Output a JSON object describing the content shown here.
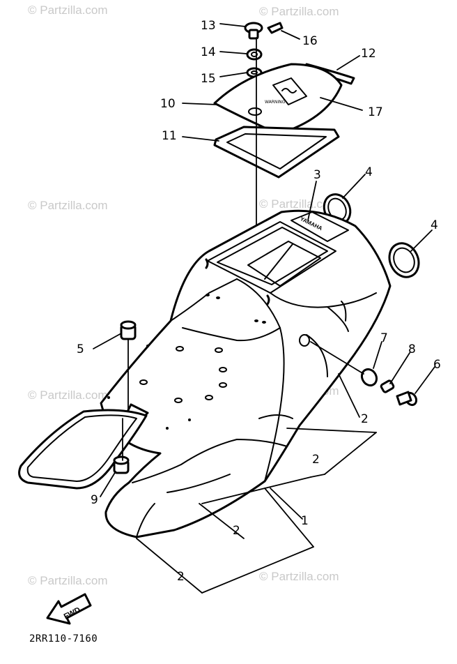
{
  "diagram": {
    "drawing_code": "2RR110-7160",
    "fwd_label": "FWD",
    "brand_text": "YAMAHA",
    "watermark": "© Partzilla.com",
    "callouts": {
      "c1": "1",
      "c2a": "2",
      "c2b": "2",
      "c2c": "2",
      "c2d": "2",
      "c3": "3",
      "c4a": "4",
      "c4b": "4",
      "c5": "5",
      "c6": "6",
      "c7": "7",
      "c8": "8",
      "c9": "9",
      "c10": "10",
      "c11": "11",
      "c12": "12",
      "c13": "13",
      "c14": "14",
      "c15": "15",
      "c16": "16",
      "c17": "17"
    }
  }
}
